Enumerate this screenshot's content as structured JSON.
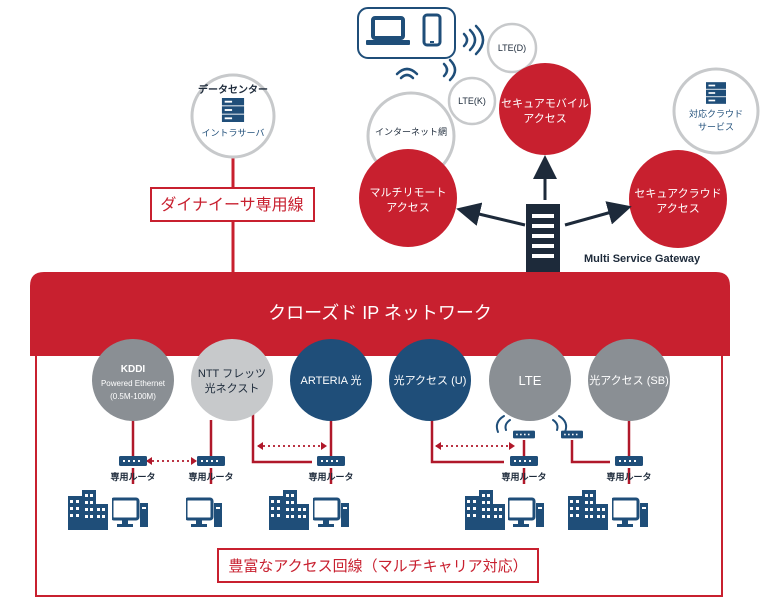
{
  "colors": {
    "red": "#c8202f",
    "navy": "#1f4e79",
    "gray": "#8a8f94",
    "light_gray": "#c7c9cb",
    "dark": "#1d2a3a",
    "link_red": "#b0182a"
  },
  "top": {
    "datacenter": {
      "title": "データセンター",
      "label": "イントラサーバ",
      "icon": "server-icon"
    },
    "leased_line": "ダイナイーサ専用線",
    "devices_icon": "laptop-phone-icon",
    "internet": "インターネット網",
    "lte_d": "LTE(D)",
    "lte_k": "LTE(K)",
    "remote": [
      "マルチリモート",
      "アクセス"
    ],
    "mobile": [
      "セキュアモバイル",
      "アクセス"
    ],
    "cloud_svc": {
      "label": [
        "対応クラウド",
        "サービス"
      ],
      "icon": "server-icon"
    },
    "cloud": [
      "セキュアクラウド",
      "アクセス"
    ],
    "gateway": "Multi Service Gateway"
  },
  "network": {
    "title": "クローズド IP ネットワーク",
    "footer": "豊富なアクセス回線（マルチキャリア対応）"
  },
  "carriers": [
    {
      "label": [
        "KDDI",
        "Powered Ethernet",
        "(0.5M-100M)"
      ],
      "style": "gray"
    },
    {
      "label": [
        "NTT フレッツ",
        "光ネクスト"
      ],
      "style": "light"
    },
    {
      "label": [
        "ARTERIA 光"
      ],
      "style": "navy"
    },
    {
      "label": [
        "光アクセス (U)"
      ],
      "style": "navy"
    },
    {
      "label": [
        "LTE"
      ],
      "style": "gray"
    },
    {
      "label": [
        "光アクセス (SB)"
      ],
      "style": "gray"
    }
  ],
  "routers": [
    {
      "label": "専用ルータ"
    },
    {
      "label": "専用ルータ"
    },
    {
      "label": "専用ルータ"
    },
    {
      "label": "専用ルータ"
    },
    {
      "label": "専用ルータ"
    }
  ]
}
